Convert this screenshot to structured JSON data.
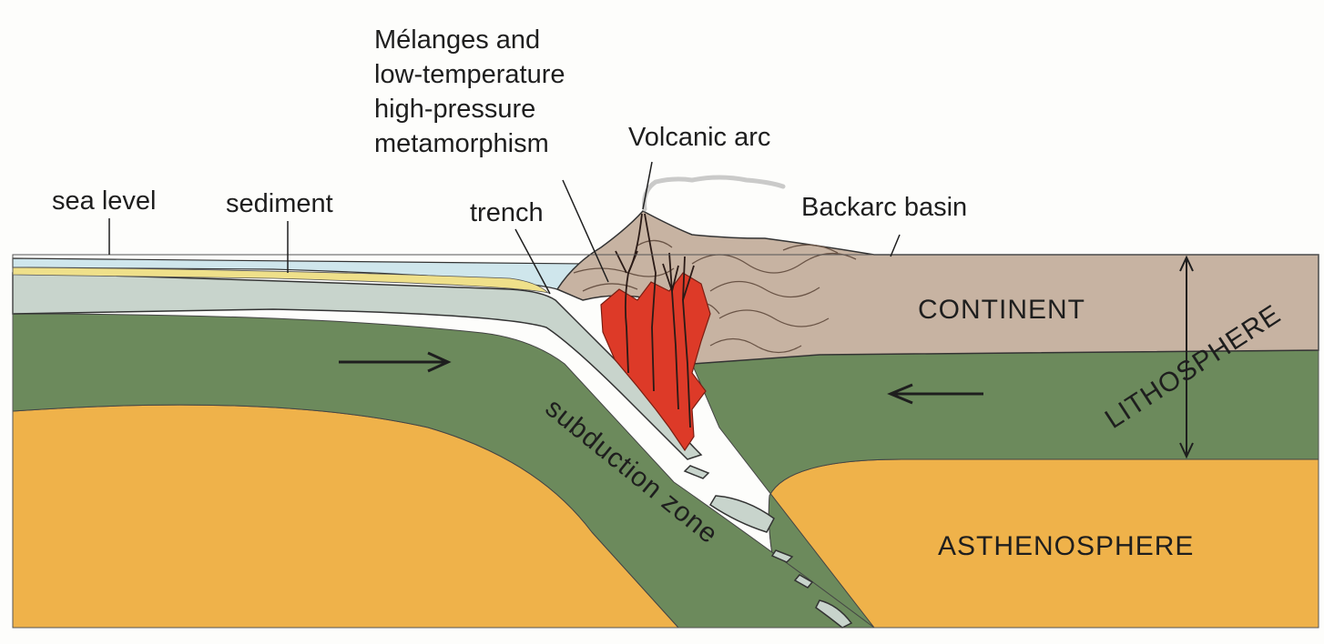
{
  "labels": {
    "melanges": [
      "Mélanges and",
      "low-temperature",
      "high-pressure",
      "metamorphism"
    ],
    "volcanic_arc": "Volcanic arc",
    "sea_level": "sea level",
    "sediment": "sediment",
    "trench": "trench",
    "backarc_basin": "Backarc basin",
    "continent": "CONTINENT",
    "lithosphere": "LITHOSPHERE",
    "subduction_zone": "subduction zone",
    "asthenosphere": "ASTHENOSPHERE"
  },
  "colors": {
    "asthenosphere": "#efb24a",
    "lithosphere": "#6c8a5c",
    "continent": "#c7b3a2",
    "oceanic_crust": "#c8d4cc",
    "sea": "#cfe6ec",
    "sediment": "#efe08a",
    "magma": "#dd3a28"
  }
}
